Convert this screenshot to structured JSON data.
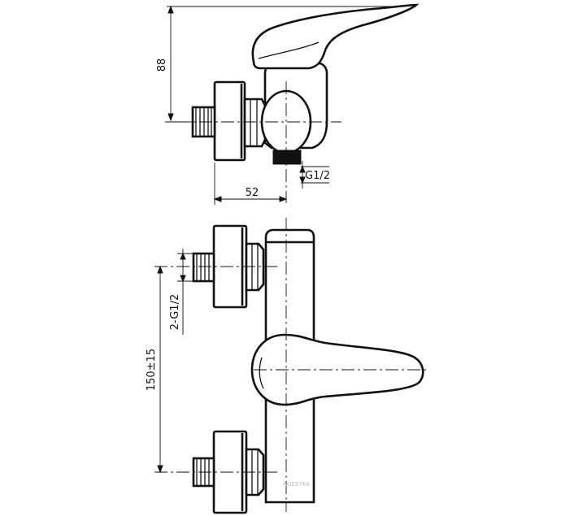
{
  "diagram": {
    "side_view": {
      "height_dimension": "88",
      "width_dimension": "52",
      "thread_label": "G1/2"
    },
    "front_view": {
      "distance_dimension": "150±15",
      "inlet_thread_label": "2-G1/2"
    },
    "watermark": "ROZETKA"
  }
}
